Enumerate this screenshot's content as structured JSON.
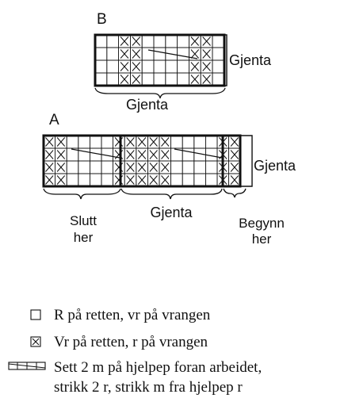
{
  "diagram": {
    "chart_b": {
      "letter": "B",
      "repeat_right": "Gjenta",
      "repeat_bottom": "Gjenta",
      "grid": [
        "..XX....XX.",
        "..XX....XX.",
        "..XX....XX.",
        "..XX....XX."
      ]
    },
    "chart_a": {
      "letter": "A",
      "repeat_right": "Gjenta",
      "grid": [
        "XX....XXXXX....XX",
        "XX....XXXXX....XX",
        "XX....XXXXX....XX",
        "XX....XXXXX....XX"
      ],
      "labels": {
        "end_line1": "Slutt",
        "end_line2": "her",
        "repeat": "Gjenta",
        "begin_line1": "Begynn",
        "begin_line2": "her"
      }
    }
  },
  "legend": {
    "knit_symbol": "□",
    "knit_text": "R på retten, vr på vrangen",
    "purl_symbol": "⊠",
    "purl_text": "Vr på retten, r på vrangen",
    "cable_symbol": "cable-crossing",
    "cable_line1": "Sett 2 m på hjelpep foran arbeidet,",
    "cable_line2": "strikk 2 r, strikk m fra hjelpep r"
  }
}
